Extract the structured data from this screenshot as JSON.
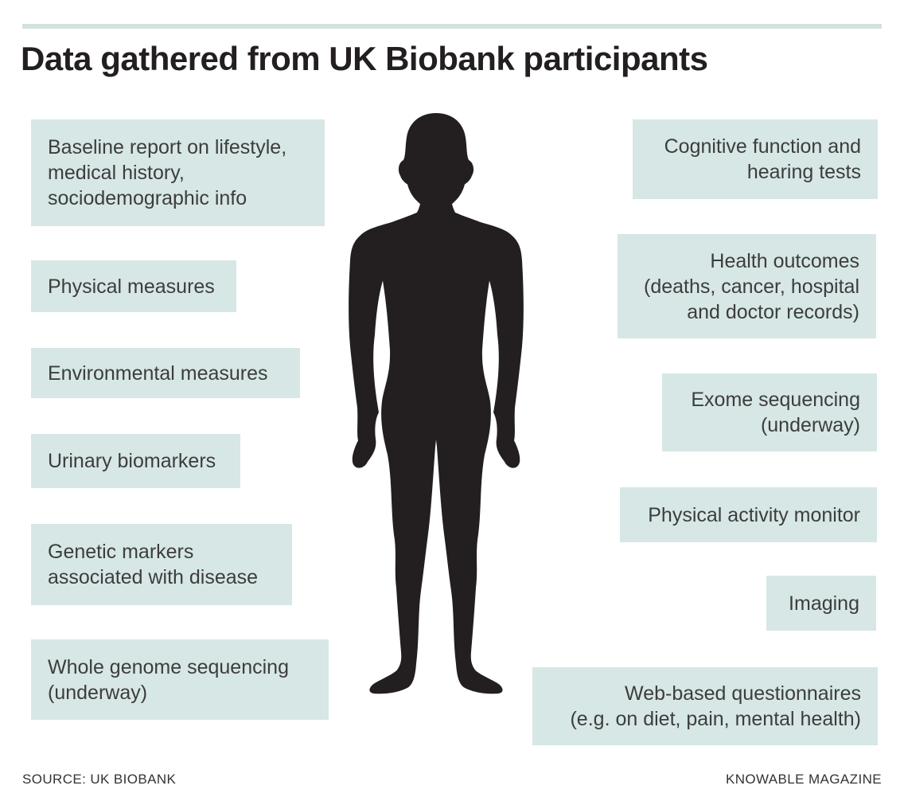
{
  "header": {
    "title": "Data gathered from UK Biobank participants"
  },
  "colors": {
    "accent_bar": "#d3e2df",
    "box_background": "#d6e7e5",
    "title_text": "#231f20",
    "box_text": "#3d3d3d",
    "silhouette": "#231f20"
  },
  "figure": {
    "icon": "human-body-silhouette-icon"
  },
  "boxes": {
    "left": [
      {
        "text": "Baseline report on lifestyle,\nmedical history,\nsociodemographic info"
      },
      {
        "text": "Physical measures"
      },
      {
        "text": "Environmental measures"
      },
      {
        "text": "Urinary biomarkers"
      },
      {
        "text": "Genetic markers\nassociated with disease"
      },
      {
        "text": "Whole genome sequencing\n(underway)"
      }
    ],
    "right": [
      {
        "text": "Cognitive function and\nhearing tests"
      },
      {
        "text": "Health outcomes\n(deaths, cancer, hospital\nand doctor records)"
      },
      {
        "text": "Exome sequencing\n(underway)"
      },
      {
        "text": "Physical activity monitor"
      },
      {
        "text": "Imaging"
      },
      {
        "text": "Web-based questionnaires\n(e.g. on diet, pain, mental health)"
      }
    ]
  },
  "footer": {
    "source": "SOURCE: UK BIOBANK",
    "credit": "KNOWABLE MAGAZINE"
  }
}
